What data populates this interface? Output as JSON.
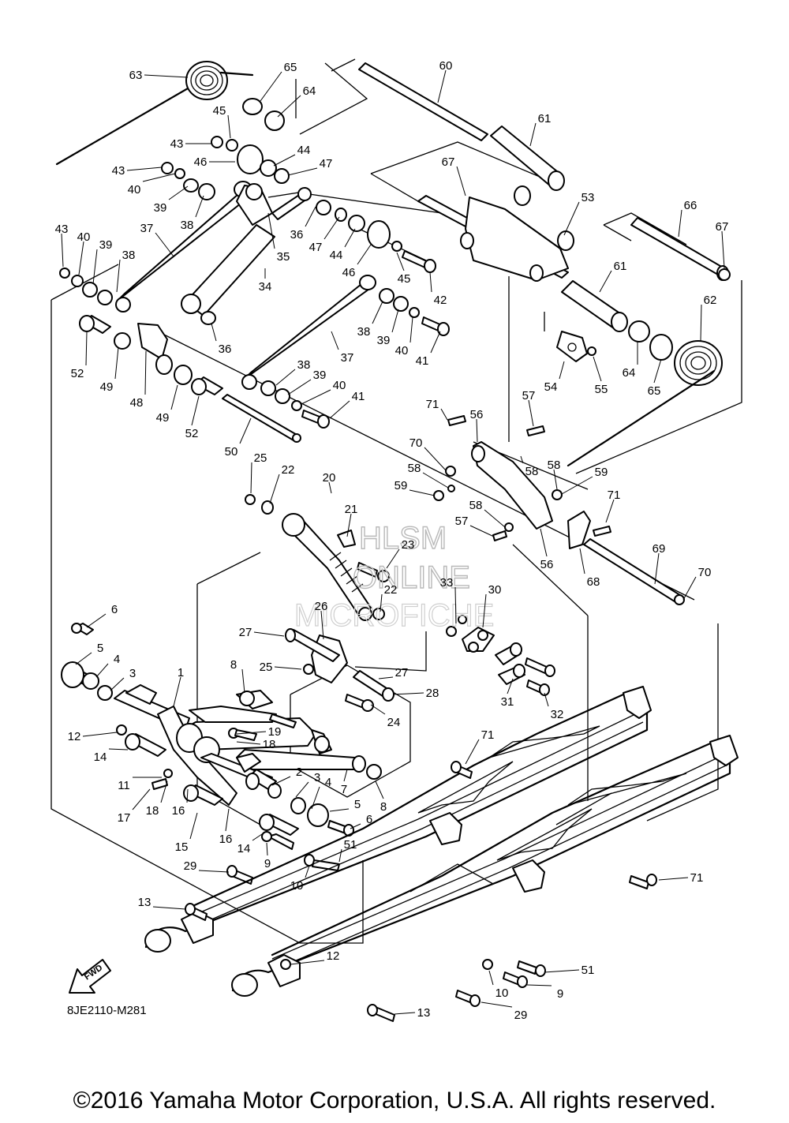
{
  "diagram": {
    "code": "8JE2110-M281",
    "fwd_label": "FWD",
    "copyright": "©2016 Yamaha Motor Corporation, U.S.A. All rights reserved.",
    "watermark": {
      "line1": "HLSM",
      "line2": "ONLINE",
      "line3": "MICROFICHE"
    }
  },
  "callouts": [
    {
      "id": "63",
      "label": "63"
    },
    {
      "id": "65a",
      "label": "65"
    },
    {
      "id": "64a",
      "label": "64"
    },
    {
      "id": "45a",
      "label": "45"
    },
    {
      "id": "60",
      "label": "60"
    },
    {
      "id": "61a",
      "label": "61"
    },
    {
      "id": "43a",
      "label": "43"
    },
    {
      "id": "46a",
      "label": "46"
    },
    {
      "id": "44a",
      "label": "44"
    },
    {
      "id": "47a",
      "label": "47"
    },
    {
      "id": "43b",
      "label": "43"
    },
    {
      "id": "40a",
      "label": "40"
    },
    {
      "id": "39a",
      "label": "39"
    },
    {
      "id": "38a",
      "label": "38"
    },
    {
      "id": "67a",
      "label": "67"
    },
    {
      "id": "53",
      "label": "53"
    },
    {
      "id": "66",
      "label": "66"
    },
    {
      "id": "67b",
      "label": "67"
    },
    {
      "id": "43c",
      "label": "43"
    },
    {
      "id": "40b",
      "label": "40"
    },
    {
      "id": "39b",
      "label": "39"
    },
    {
      "id": "37a",
      "label": "37"
    },
    {
      "id": "38b",
      "label": "38"
    },
    {
      "id": "35",
      "label": "35"
    },
    {
      "id": "36a",
      "label": "36"
    },
    {
      "id": "47b",
      "label": "47"
    },
    {
      "id": "44b",
      "label": "44"
    },
    {
      "id": "46b",
      "label": "46"
    },
    {
      "id": "45b",
      "label": "45"
    },
    {
      "id": "42",
      "label": "42"
    },
    {
      "id": "61b",
      "label": "61"
    },
    {
      "id": "62",
      "label": "62"
    },
    {
      "id": "34",
      "label": "34"
    },
    {
      "id": "36b",
      "label": "36"
    },
    {
      "id": "38c",
      "label": "38"
    },
    {
      "id": "39c",
      "label": "39"
    },
    {
      "id": "40c",
      "label": "40"
    },
    {
      "id": "41a",
      "label": "41"
    },
    {
      "id": "52a",
      "label": "52"
    },
    {
      "id": "49a",
      "label": "49"
    },
    {
      "id": "48",
      "label": "48"
    },
    {
      "id": "37b",
      "label": "37"
    },
    {
      "id": "54",
      "label": "54"
    },
    {
      "id": "55",
      "label": "55"
    },
    {
      "id": "64b",
      "label": "64"
    },
    {
      "id": "65b",
      "label": "65"
    },
    {
      "id": "38d",
      "label": "38"
    },
    {
      "id": "39d",
      "label": "39"
    },
    {
      "id": "40d",
      "label": "40"
    },
    {
      "id": "41b",
      "label": "41"
    },
    {
      "id": "49b",
      "label": "49"
    },
    {
      "id": "52b",
      "label": "52"
    },
    {
      "id": "71a",
      "label": "71"
    },
    {
      "id": "56a",
      "label": "56"
    },
    {
      "id": "57a",
      "label": "57"
    },
    {
      "id": "50",
      "label": "50"
    },
    {
      "id": "70a",
      "label": "70"
    },
    {
      "id": "58a",
      "label": "58"
    },
    {
      "id": "58b",
      "label": "58"
    },
    {
      "id": "58c",
      "label": "58"
    },
    {
      "id": "59a",
      "label": "59"
    },
    {
      "id": "59b",
      "label": "59"
    },
    {
      "id": "25a",
      "label": "25"
    },
    {
      "id": "22a",
      "label": "22"
    },
    {
      "id": "20",
      "label": "20"
    },
    {
      "id": "21",
      "label": "21"
    },
    {
      "id": "71b",
      "label": "71"
    },
    {
      "id": "58d",
      "label": "58"
    },
    {
      "id": "57b",
      "label": "57"
    },
    {
      "id": "23",
      "label": "23"
    },
    {
      "id": "56b",
      "label": "56"
    },
    {
      "id": "68",
      "label": "68"
    },
    {
      "id": "69",
      "label": "69"
    },
    {
      "id": "70b",
      "label": "70"
    },
    {
      "id": "22b",
      "label": "22"
    },
    {
      "id": "33",
      "label": "33"
    },
    {
      "id": "30",
      "label": "30"
    },
    {
      "id": "6a",
      "label": "6"
    },
    {
      "id": "26",
      "label": "26"
    },
    {
      "id": "27a",
      "label": "27"
    },
    {
      "id": "5a",
      "label": "5"
    },
    {
      "id": "4a",
      "label": "4"
    },
    {
      "id": "8a",
      "label": "8"
    },
    {
      "id": "25b",
      "label": "25"
    },
    {
      "id": "27b",
      "label": "27"
    },
    {
      "id": "3a",
      "label": "3"
    },
    {
      "id": "1",
      "label": "1"
    },
    {
      "id": "28",
      "label": "28"
    },
    {
      "id": "31",
      "label": "31"
    },
    {
      "id": "32",
      "label": "32"
    },
    {
      "id": "24",
      "label": "24"
    },
    {
      "id": "19",
      "label": "19"
    },
    {
      "id": "12a",
      "label": "12"
    },
    {
      "id": "18a",
      "label": "18"
    },
    {
      "id": "14a",
      "label": "14"
    },
    {
      "id": "71c",
      "label": "71"
    },
    {
      "id": "2",
      "label": "2"
    },
    {
      "id": "3b",
      "label": "3"
    },
    {
      "id": "11",
      "label": "11"
    },
    {
      "id": "7",
      "label": "7"
    },
    {
      "id": "4b",
      "label": "4"
    },
    {
      "id": "17",
      "label": "17"
    },
    {
      "id": "18b",
      "label": "18"
    },
    {
      "id": "16a",
      "label": "16"
    },
    {
      "id": "8b",
      "label": "8"
    },
    {
      "id": "5b",
      "label": "5"
    },
    {
      "id": "15",
      "label": "15"
    },
    {
      "id": "16b",
      "label": "16"
    },
    {
      "id": "6b",
      "label": "6"
    },
    {
      "id": "14b",
      "label": "14"
    },
    {
      "id": "51a",
      "label": "51"
    },
    {
      "id": "9a",
      "label": "9"
    },
    {
      "id": "29a",
      "label": "29"
    },
    {
      "id": "10a",
      "label": "10"
    },
    {
      "id": "71d",
      "label": "71"
    },
    {
      "id": "13a",
      "label": "13"
    },
    {
      "id": "12b",
      "label": "12"
    },
    {
      "id": "51b",
      "label": "51"
    },
    {
      "id": "10b",
      "label": "10"
    },
    {
      "id": "9b",
      "label": "9"
    },
    {
      "id": "13b",
      "label": "13"
    },
    {
      "id": "29b",
      "label": "29"
    }
  ]
}
